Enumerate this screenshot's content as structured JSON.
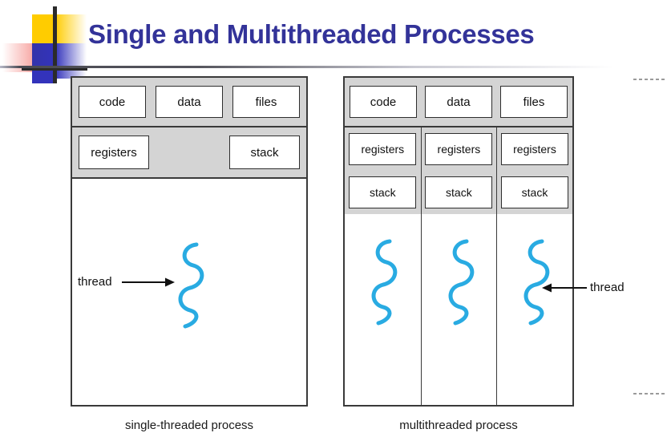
{
  "page": {
    "title": "Single and Multithreaded Processes",
    "title_color": "#333399",
    "thread_color": "#29ABE2",
    "band_color": "#d4d4d4",
    "border_color": "#3a3a3a"
  },
  "logo": {
    "name": "decorative-logo",
    "yellow": "#FFCC00",
    "red": "#F42A24",
    "blue": "#3333BB",
    "cross": "#2b2b2b"
  },
  "single_process": {
    "caption": "single-threaded process",
    "top_row": [
      "code",
      "data",
      "files"
    ],
    "mid_row": [
      "registers",
      "stack"
    ],
    "thread_label": "thread",
    "thread_count": 1
  },
  "multi_process": {
    "caption": "multithreaded process",
    "top_row": [
      "code",
      "data",
      "files"
    ],
    "registers_row": [
      "registers",
      "registers",
      "registers"
    ],
    "stack_row": [
      "stack",
      "stack",
      "stack"
    ],
    "thread_label": "thread",
    "thread_count": 3
  }
}
